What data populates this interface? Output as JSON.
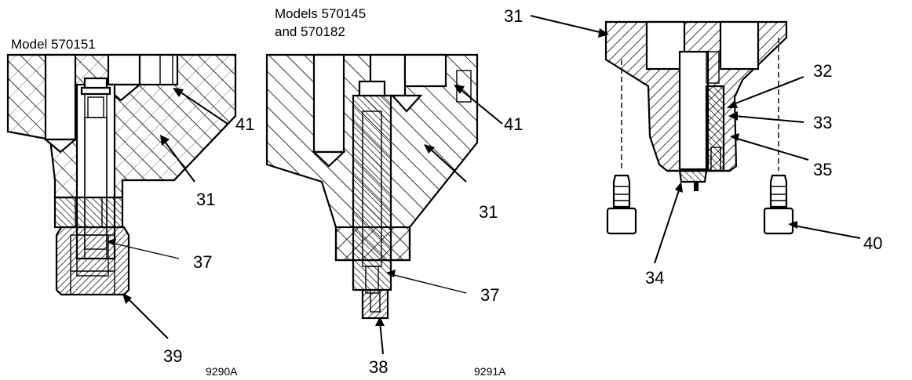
{
  "views": [
    {
      "caption_lines": [
        "Model 570151"
      ],
      "figure_id": "9290A",
      "callouts": [
        "41",
        "31",
        "37",
        "39"
      ]
    },
    {
      "caption_lines": [
        "Models 570145",
        "and 570182"
      ],
      "figure_id": "9291A",
      "callouts": [
        "41",
        "31",
        "37",
        "38"
      ]
    },
    {
      "caption_lines": [],
      "figure_id": "",
      "callouts": [
        "31",
        "32",
        "33",
        "35",
        "40",
        "34"
      ]
    }
  ]
}
